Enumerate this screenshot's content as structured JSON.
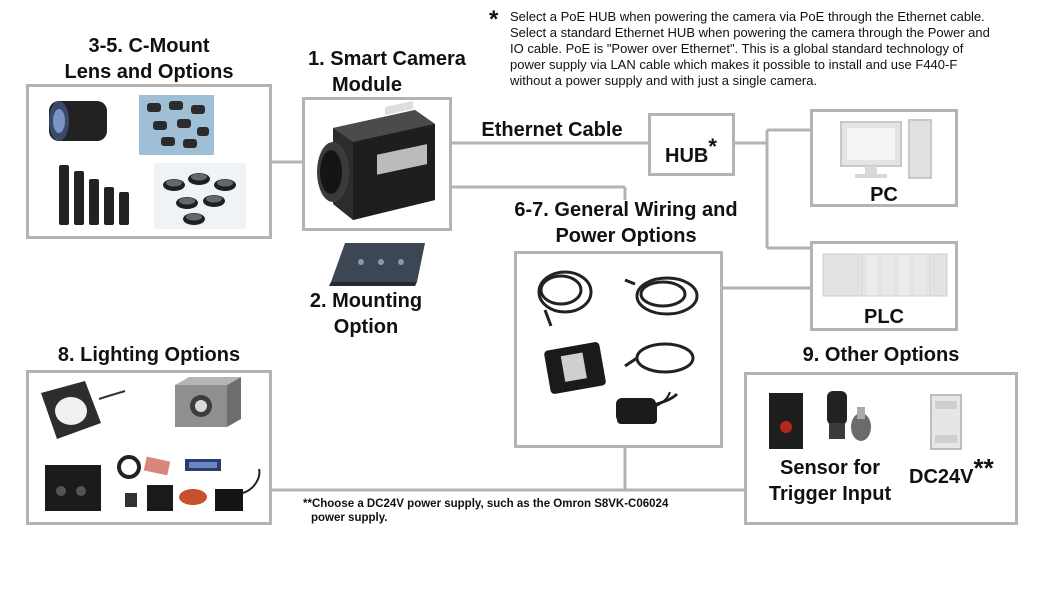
{
  "note": {
    "star": "*",
    "lines": [
      "Select a PoE HUB when powering the camera via PoE through the Ethernet cable.",
      "Select a standard Ethernet HUB when powering the camera through the Power and",
      "IO cable. PoE is \"Power over Ethernet\". This is a global standard technology of",
      "power supply via LAN cable which makes it possible to install and use F440-F",
      "without a power supply and with just a single camera."
    ]
  },
  "sections": {
    "lens": {
      "title_1": "3-5. C-Mount",
      "title_2": "Lens and Options"
    },
    "camera": {
      "title_1": "1. Smart Camera",
      "title_2": "Module"
    },
    "mounting": {
      "title_1": "2. Mounting",
      "title_2": "Option"
    },
    "wiring": {
      "title_1": "6-7. General Wiring and",
      "title_2": "Power Options"
    },
    "lighting": {
      "title": "8. Lighting Options"
    },
    "other": {
      "title": "9. Other Options"
    }
  },
  "labels": {
    "ethernet": "Ethernet Cable",
    "hub": "HUB",
    "hub_star": "*",
    "pc": "PC",
    "plc": "PLC",
    "sensor_1": "Sensor for",
    "sensor_2": "Trigger Input",
    "dc24v": "DC24V",
    "dc24v_stars": "**"
  },
  "footnote": {
    "line_1": "**Choose a DC24V power supply, such as the Omron S8VK-C06024",
    "line_2": "power supply."
  },
  "colors": {
    "box_border": "#b3b3b3",
    "line": "#b3b3b3",
    "text": "#111111"
  },
  "icons": [
    "camera-icon",
    "lens-icon",
    "mounting-plate-icon",
    "pc-icon",
    "plc-icon",
    "cable-icon",
    "power-adapter-icon",
    "ring-light-icon",
    "controller-icon",
    "sensor-icon",
    "power-supply-icon"
  ]
}
